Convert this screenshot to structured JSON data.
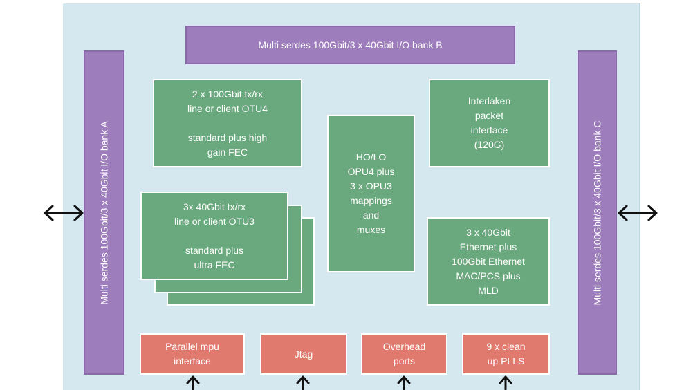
{
  "blocks": {
    "bank_b": "Multi serdes 100Gbit/3 x 40Gbit I/O bank B",
    "bank_a": "Multi serdes 100Gbit/3 x 40Gbit I/O bank A",
    "bank_c": "Multi serdes 100Gbit/3 x 40Gbit I/O bank C",
    "otu4": "2 x 100Gbit tx/rx\nline or client OTU4\n\nstandard plus high\ngain FEC",
    "otu3": "3x 40Gbit tx/rx\nline or client OTU3\n\nstandard plus\nultra FEC",
    "mappings": "HO/LO\nOPU4 plus\n3 x OPU3\nmappings\nand\nmuxes",
    "interlaken": "Interlaken\npacket\ninterface\n(120G)",
    "ethernet": "3 x 40Gbit\nEthernet plus\n100Gbit Ethernet\nMAC/PCS plus\nMLD",
    "parallel": "Parallel mpu\ninterface",
    "jtag": "Jtag",
    "overhead": "Overhead\nports",
    "plls": "9 x clean\nup PLLS"
  },
  "colors": {
    "background": "#d5e8f0",
    "io_bank": "#9d7dbb",
    "processing_block": "#6aa87e",
    "interface_block": "#e07a6e",
    "arrow": "#111111"
  }
}
